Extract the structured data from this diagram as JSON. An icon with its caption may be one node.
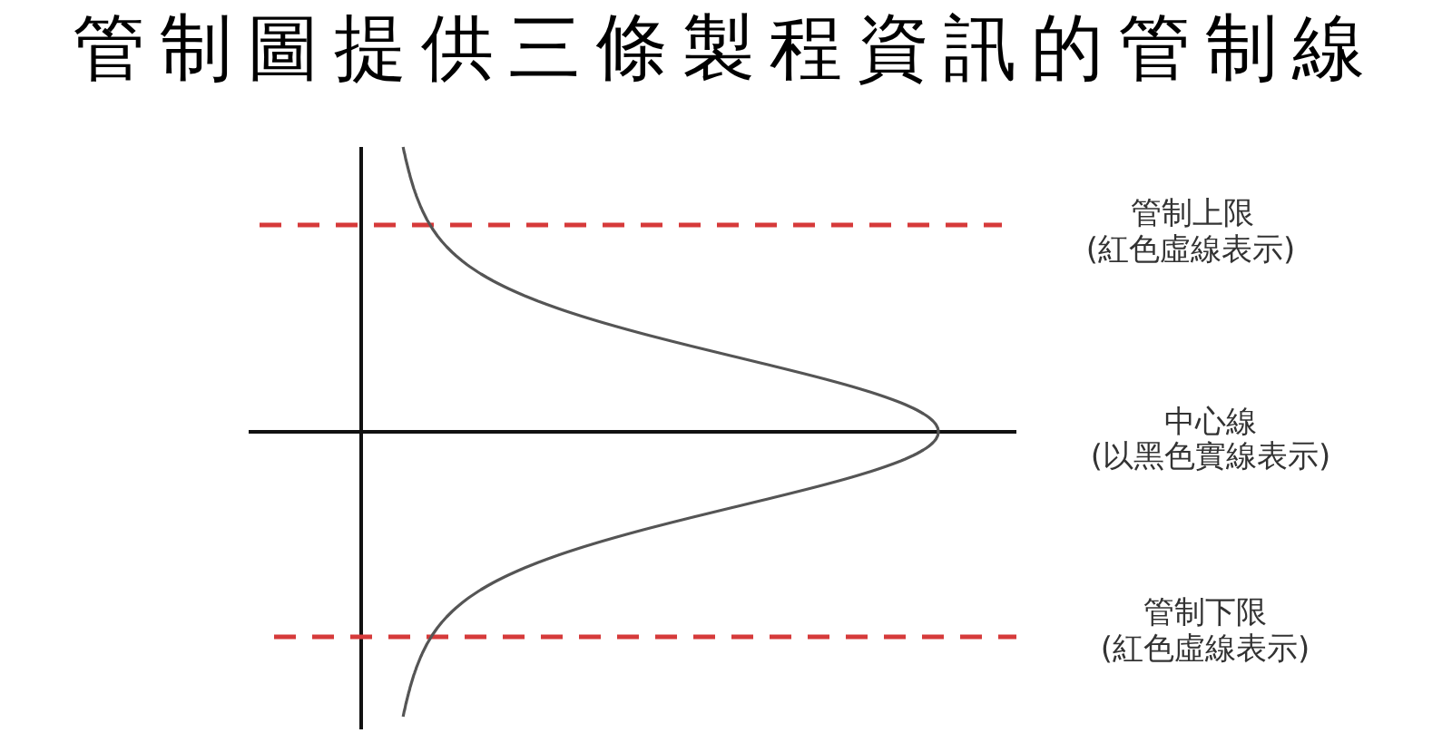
{
  "diagram": {
    "title": "管制圖提供三條製程資訊的管制線",
    "labels": [
      "管制上限",
      "(紅色虛線表示)",
      "中心線",
      "(以黑色實線表示)",
      "管制下限",
      "(紅色虛線表示)"
    ]
  }
}
